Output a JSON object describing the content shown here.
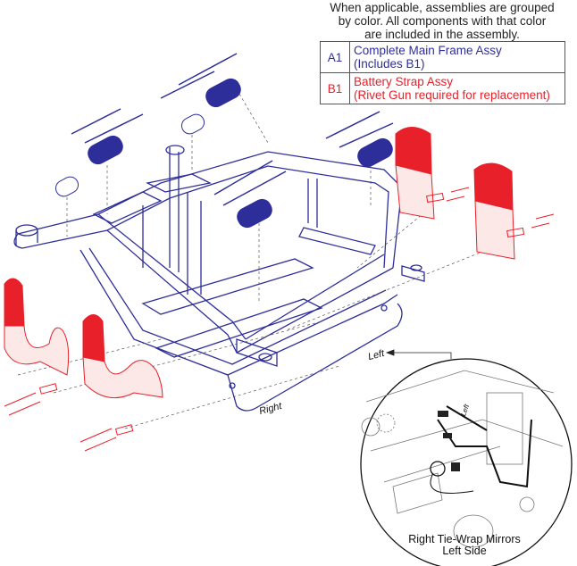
{
  "note": {
    "lines": [
      "When applicable, assemblies are grouped",
      "by color. All components with that color",
      "are included in the assembly."
    ]
  },
  "legend": [
    {
      "code": "A1",
      "line1": "Complete Main Frame Assy",
      "line2": "(Includes B1)",
      "color": "#2e2e9a"
    },
    {
      "code": "B1",
      "line1": "Battery Strap Assy",
      "line2": "(Rivet Gun required for replacement)",
      "color": "#e8202a"
    }
  ],
  "labels": {
    "left": "Left",
    "right": "Right"
  },
  "detail": {
    "caption_line1": "Right Tie-Wrap Mirrors",
    "caption_line2": "Left Side",
    "inset_label": "Left"
  }
}
